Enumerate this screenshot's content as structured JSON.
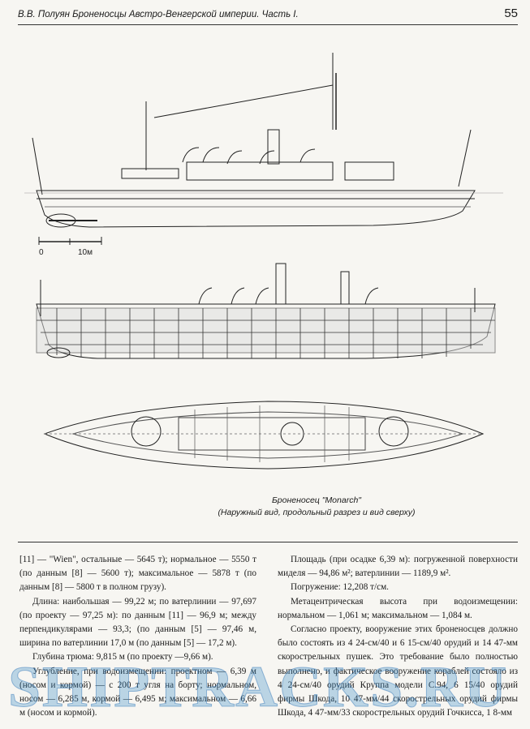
{
  "header": {
    "running_title": "В.В. Полуян   Броненосцы Австро-Венгерской империи. Часть I.",
    "page_number": "55"
  },
  "figure": {
    "scale_zero": "0",
    "scale_ten": "10м",
    "caption_title": "Броненосец \"Monarch\"",
    "caption_sub": "(Наружный вид, продольный разрез и вид сверху)"
  },
  "left_column": [
    "[11] — \"Wien\", остальные — 5645 т); нормальное — 5550 т (по данным [8] — 5600 т); максимальное — 5878 т (по данным [8] — 5800 т в полном грузу).",
    "Длина: наибольшая — 99,22 м; по ватерлинии — 97,697 (по проекту — 97,25 м): по данным [11] — 96,9 м; между перпендикулярами — 93,3; (по данным [5] — 97,46 м, ширина по ватерлинии 17,0 м (по данным [5] — 17,2 м).",
    "Глубина трюма: 9,815 м (по проекту —9,66 м).",
    "Углубление, при водоизмещении: проектном — 6,39 м (носом и кормой) — с 200 т угля на борту; нормальном, носом — 6,285 м, кормой — 6,495 м; максимальном — 6,66 м (носом и кормой)."
  ],
  "right_column": [
    "Площадь (при осадке 6,39 м): погруженной поверхности миделя — 94,86 м²; ватерлинии — 1189,9 м².",
    "Погружение: 12,208 т/см.",
    "Метацентрическая высота при водоизмещении: нормальном — 1,061 м; максимальном — 1,084 м.",
    "Согласно проекту, вооружение этих броненосцев должно было состоять из 4 24-см/40 и 6 15-см/40 орудий и 14 47-мм скорострельных пушек. Это требование было полностью выполнено, и фактическое вооружение кораблей состояло из 4 24-см/40 орудий Круппа модели С.94, 6 15/40 орудий фирмы Шкода, 10 47-мм/44 скорострельных орудий фирмы Шкода, 4 47-мм/33 скорострельных орудий Гочкисса, 1 8-мм"
  ],
  "watermark": "SHIPTRACKS.RU",
  "colors": {
    "ink": "#1a1a1a",
    "paper": "#f7f6f2",
    "watermark": "#3c8cc8"
  }
}
